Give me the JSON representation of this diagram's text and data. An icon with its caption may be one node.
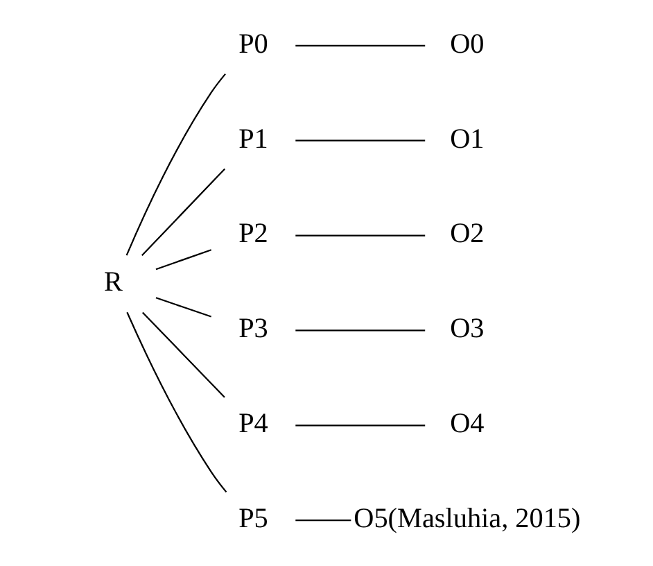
{
  "diagram": {
    "nodes": [
      {
        "text": [
          "R"
        ]
      },
      {
        "text": [
          "P0"
        ]
      },
      {
        "text": [
          "O0"
        ]
      },
      {
        "text": [
          "P1"
        ]
      },
      {
        "text": [
          "O1"
        ]
      },
      {
        "text": [
          "P2"
        ]
      },
      {
        "text": [
          "O2"
        ]
      },
      {
        "text": [
          "P3"
        ]
      },
      {
        "text": [
          "O3"
        ]
      },
      {
        "text": [
          "P4"
        ]
      },
      {
        "text": [
          "O4"
        ]
      },
      {
        "text": [
          "P5"
        ]
      },
      {
        "text": [
          "O5(Masluhia, 2015)"
        ]
      }
    ],
    "edges": [
      {
        "from": 0,
        "to": 1,
        "arrow": "none"
      },
      {
        "from": 1,
        "to": 2,
        "arrow": "none"
      },
      {
        "from": 0,
        "to": 3,
        "arrow": "none"
      },
      {
        "from": 3,
        "to": 4,
        "arrow": "none"
      },
      {
        "from": 0,
        "to": 5,
        "arrow": "none"
      },
      {
        "from": 5,
        "to": 6,
        "arrow": "none"
      },
      {
        "from": 0,
        "to": 7,
        "arrow": "none"
      },
      {
        "from": 7,
        "to": 8,
        "arrow": "none"
      },
      {
        "from": 0,
        "to": 9,
        "arrow": "none"
      },
      {
        "from": 9,
        "to": 10,
        "arrow": "none"
      },
      {
        "from": 0,
        "to": 11,
        "arrow": "none"
      },
      {
        "from": 11,
        "to": 12,
        "arrow": "none"
      }
    ]
  }
}
